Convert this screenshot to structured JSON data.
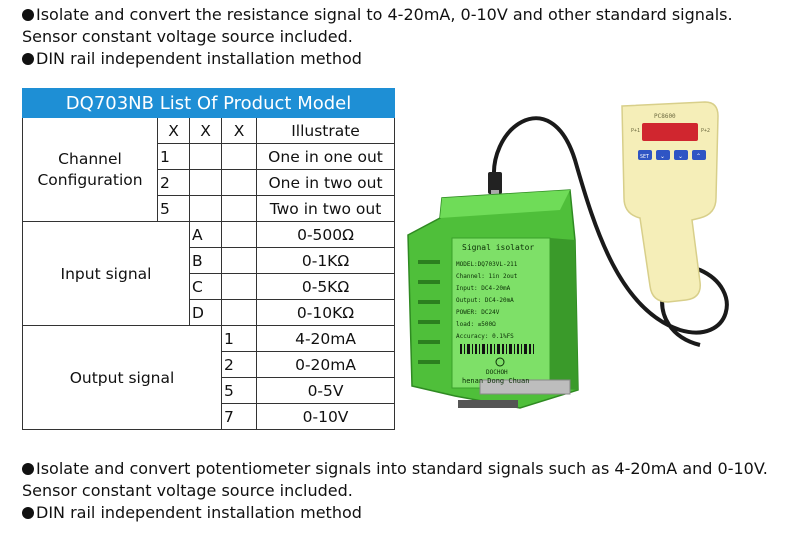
{
  "top_text": {
    "line1": "Isolate and convert the resistance signal to 4-20mA, 0-10V and other standard signals.",
    "line2": "Sensor constant voltage source included.",
    "line3": "DIN rail independent installation method"
  },
  "table": {
    "title": "DQ703NB List Of Product Model",
    "header": {
      "x1": "X",
      "x2": "X",
      "x3": "X",
      "illustrate": "Illustrate"
    },
    "channel": {
      "label": "Channel Configuration",
      "rows": [
        {
          "code": "1",
          "desc": "One in one out"
        },
        {
          "code": "2",
          "desc": "One in two out"
        },
        {
          "code": "5",
          "desc": "Two in two out"
        }
      ]
    },
    "input": {
      "label": "Input signal",
      "rows": [
        {
          "code": "A",
          "desc": "0-500Ω"
        },
        {
          "code": "B",
          "desc": "0-1KΩ"
        },
        {
          "code": "C",
          "desc": "0-5KΩ"
        },
        {
          "code": "D",
          "desc": "0-10KΩ"
        }
      ]
    },
    "output": {
      "label": "Output signal",
      "rows": [
        {
          "code": "1",
          "desc": "4-20mA"
        },
        {
          "code": "2",
          "desc": "0-20mA"
        },
        {
          "code": "5",
          "desc": "0-5V"
        },
        {
          "code": "7",
          "desc": "0-10V"
        }
      ]
    }
  },
  "device": {
    "module_title": "Signal isolator",
    "model": "MODEL:DQ703VL-211",
    "channel": "Channel: 1in 2out",
    "input": "Input: DC4-20mA",
    "output": "Output: DC4-20mA",
    "power": "POWER: DC24V",
    "load": "load: ≤500Ω",
    "accuracy": "Accuracy: 0.1%FS",
    "brand": "DOCHOH",
    "maker": "henan Dong Chuan",
    "handheld_brand": "PC8600",
    "handheld_key_label": "SET",
    "handheld_left_label": "P+1",
    "handheld_right_label": "P+2"
  },
  "bottom_text": {
    "line1": "Isolate and convert potentiometer signals into standard signals such as 4-20mA and 0-10V.",
    "line2": "Sensor constant voltage source included.",
    "line3": "DIN rail independent installation method"
  },
  "colors": {
    "table_header_bg": "#1e8fd5",
    "module_green": "#5fd04a",
    "handheld_body": "#f5eeb8",
    "display_bg": "#d0262f"
  }
}
